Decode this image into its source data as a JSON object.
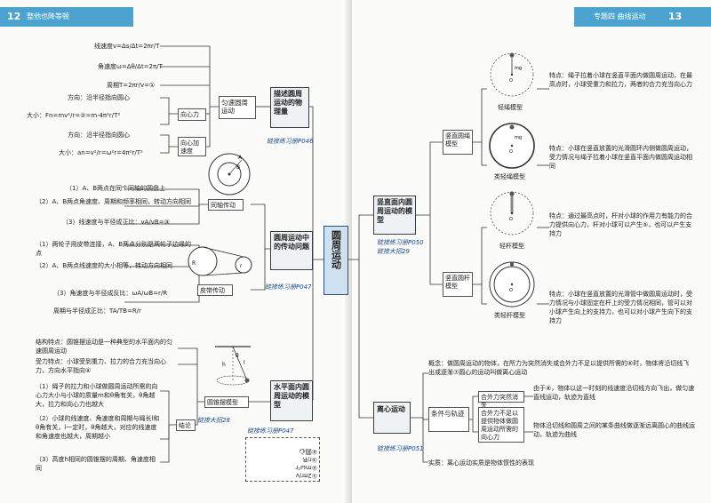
{
  "header": {
    "left_page_num": "12",
    "left_title": "整他也降等顿",
    "right_title": "专题四 曲线运动",
    "right_page_num": "13"
  },
  "center_topic": "圆周运动",
  "left": {
    "branch1": {
      "title": "描述圆周运动的物理量",
      "sub": "匀速圆周运动",
      "ref": "链接练习册P046",
      "items": [
        "线速度v=Δs/Δt=2πr/T",
        "角速度ω=Δθ/Δt=2π/T",
        "周期T=2πr/v=①",
        "方向：沿半径指向圆心",
        "大小：Fn=mv²/r=②=m·4π²r/T²",
        "向心力",
        "方向：沿半径指向圆心",
        "大小：an=v²/r=ω²r=4π²r/T²",
        "向心加速度"
      ]
    },
    "branch2": {
      "title": "圆周运动中的传动问题",
      "ref": "链接练习册P047",
      "coaxial_label": "同轴传动",
      "belt_label": "皮带传动",
      "coaxial_items": [
        "（1）A、B两点在同个同轴的圆盘上",
        "（2）A、B两点角速度、周期和频率相同，转动方向相同",
        "（3）线速度与半径成正比：vA/vB=③"
      ],
      "belt_items": [
        "（1）两轮子用皮带连接，A、B两点分别是两轮子边缘的点",
        "（2）A、B两点线速度的大小相等，转动方向相同",
        "（3）角速度与半径成反比：ωA/ωB=r/R",
        "周期与半径成正比：TA/TB=R/r"
      ]
    },
    "branch3": {
      "title": "水平面内圆周运动的模型",
      "ref": "链接练习册P047",
      "ref2": "链接大招28",
      "diagram_label": "圆锥摆模型",
      "conclusion_label": "结论",
      "items": [
        "结构特点：圆锥摆运动是一种典型的水平面内的匀速圆周运动",
        "受力特点：小球受到重力、拉力的合力充当向心力，方向水平指向④",
        "（1）绳子的拉力和小球做圆周运动所需的向心力大小与小球的质量m和θ角有关，θ角越大，拉力和向心力也越大",
        "（2）小球的线速度、角速度和周期与绳长l和θ角有关，l一定时，θ角越大，对应的线速度和角速度也越大，周期越小",
        "（3）高度h相同的圆锥摆的周期、角速度相同"
      ],
      "answer_box": [
        "①2πr/v",
        "②mω²r",
        "③r/R",
        "④圆心"
      ]
    }
  },
  "right": {
    "branch1": {
      "title": "竖直面内圆周运动的模型",
      "ref": "链接练习册P050",
      "ref2": "链接大招29",
      "rope_label": "竖直圆绳模型",
      "rod_label": "竖直圆杆模型",
      "models": [
        {
          "caption": "轻绳模型",
          "text": "特点：绳子拉着小球在竖直平面内做圆周运动，在最高点时，小球受重力和拉力，两者的合力充当向心力"
        },
        {
          "caption": "类轻绳模型",
          "text": "特点：小球在竖直放置的光滑圆环内侧做圆周运动，受力情况与绳子拉着小球在竖直平面内做圆周运动相同"
        },
        {
          "caption": "轻杆模型",
          "text": "特点：通过最高点时，杆对小球的作用力有能力的合力提供向心力，杆对小球可以产生⑤，也可以产生支持力"
        },
        {
          "caption": "类轻杆模型",
          "text": "特点：小球在竖直放置的光滑管中做圆周运动时，受力情况与小球固定在杆上的受力情况相同，管可以对小球产生向上的支持力，也可以对小球产生向下的支持力"
        }
      ]
    },
    "branch2": {
      "title": "离心运动",
      "ref": "链接练习册P051",
      "concept": "概念：做圆周运动的物体，在所力为突然消失或合外力不足以提供所需的⑥时，物体将沿切线飞出或逐渐⑦圆心的运动叫做离心运动",
      "cond_label": "条件与轨迹",
      "cond1": "合外力突然消失",
      "cond2": "合外力不足以提供物体做圆周运动所需的向心力",
      "res1": "由于⑧，物体以这一时刻的线速度沿切线方向飞出，做匀速直线运动，轨迹为直线",
      "res2": "物体沿切线和圆周之间的某条曲线做逐渐远离圆心的曲线运动，轨迹为曲线",
      "essence": "实质：离心运动实质是物体惯性的表现"
    }
  }
}
